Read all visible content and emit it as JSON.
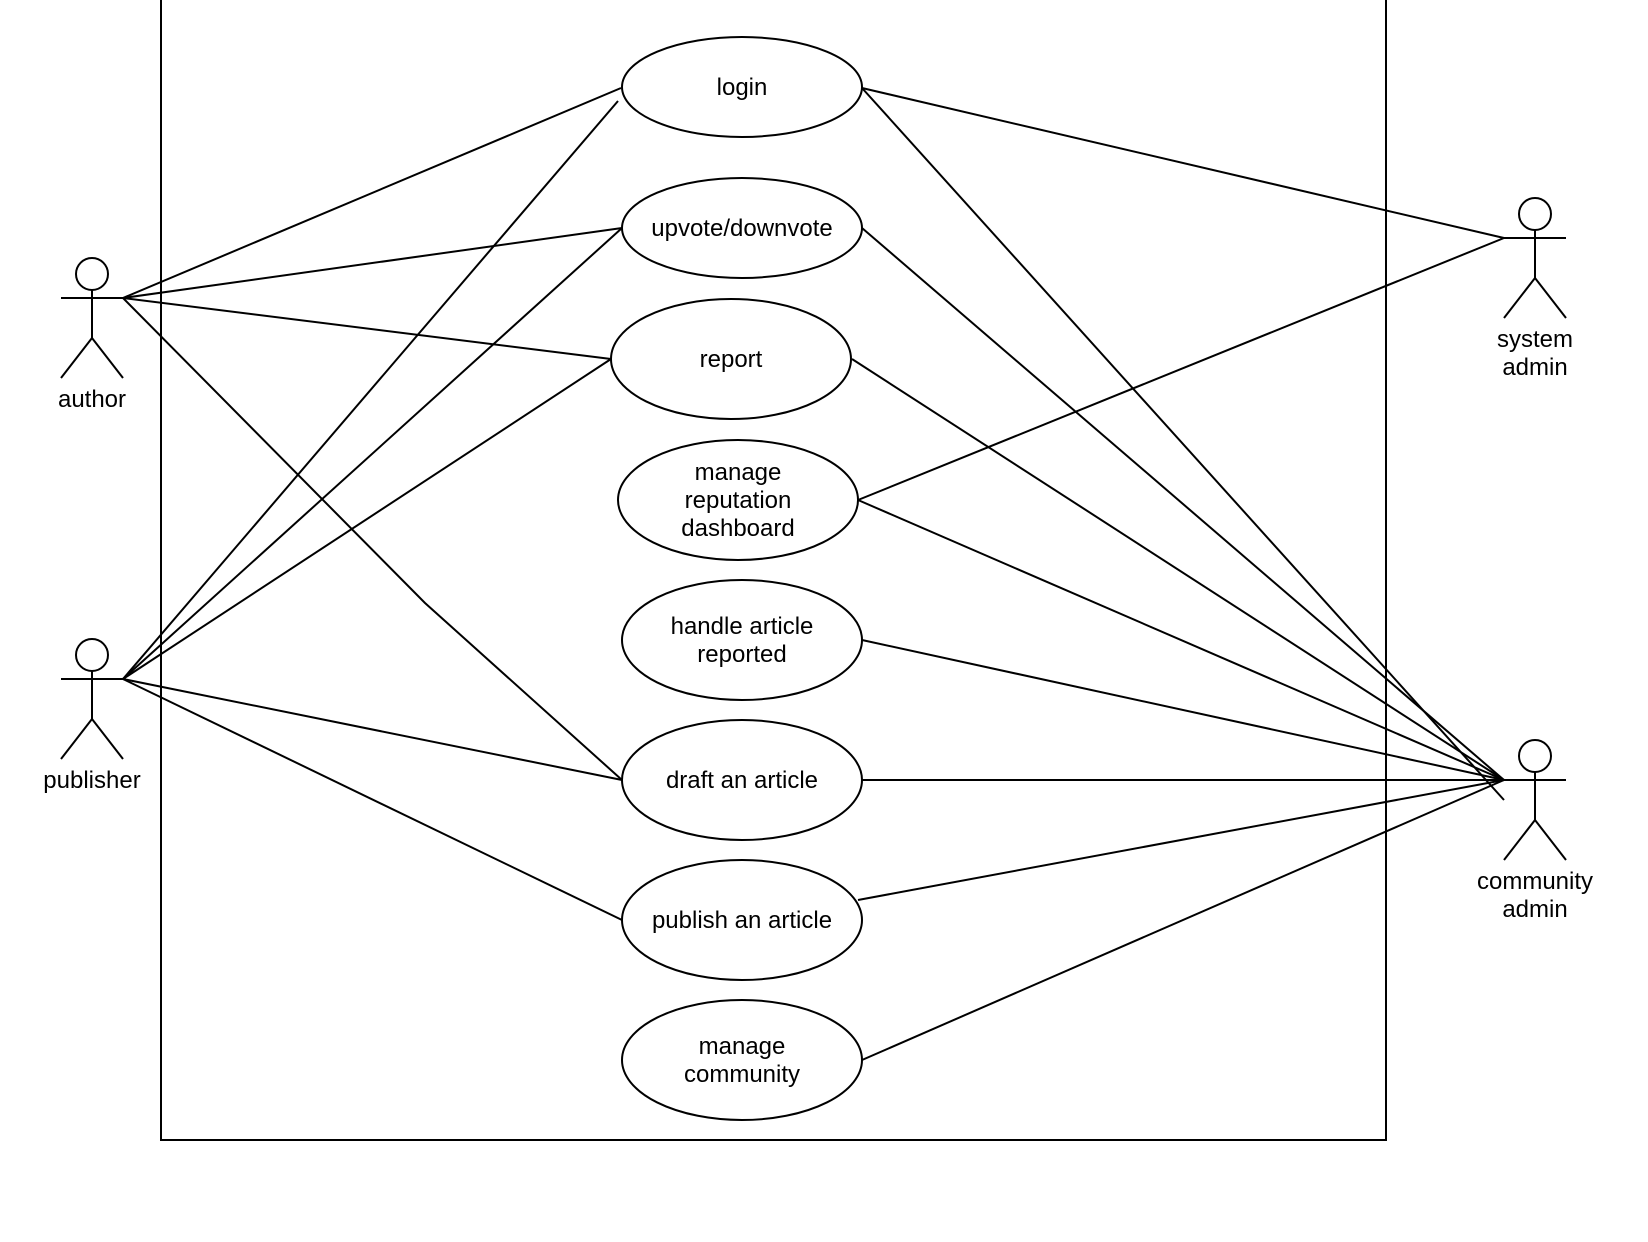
{
  "actors": [
    {
      "id": "author",
      "lines": [
        "author"
      ]
    },
    {
      "id": "publisher",
      "lines": [
        "publisher"
      ]
    },
    {
      "id": "system-admin",
      "lines": [
        "system",
        "admin"
      ]
    },
    {
      "id": "community-admin",
      "lines": [
        "community",
        "admin"
      ]
    }
  ],
  "use_cases": [
    {
      "id": "login",
      "lines": [
        "login"
      ]
    },
    {
      "id": "upvote-downvote",
      "lines": [
        "upvote/downvote"
      ]
    },
    {
      "id": "report",
      "lines": [
        "report"
      ]
    },
    {
      "id": "manage-reputation-dashboard",
      "lines": [
        "manage",
        "reputation",
        "dashboard"
      ]
    },
    {
      "id": "handle-article-reported",
      "lines": [
        "handle article",
        "reported"
      ]
    },
    {
      "id": "draft-an-article",
      "lines": [
        "draft an article"
      ]
    },
    {
      "id": "publish-an-article",
      "lines": [
        "publish an article"
      ]
    },
    {
      "id": "manage-community",
      "lines": [
        "manage",
        "community"
      ]
    }
  ],
  "associations": [
    [
      "author",
      "login"
    ],
    [
      "author",
      "upvote-downvote"
    ],
    [
      "author",
      "report"
    ],
    [
      "author",
      "draft-an-article"
    ],
    [
      "publisher",
      "login"
    ],
    [
      "publisher",
      "upvote-downvote"
    ],
    [
      "publisher",
      "report"
    ],
    [
      "publisher",
      "draft-an-article"
    ],
    [
      "publisher",
      "publish-an-article"
    ],
    [
      "system-admin",
      "login"
    ],
    [
      "system-admin",
      "manage-reputation-dashboard"
    ],
    [
      "community-admin",
      "login"
    ],
    [
      "community-admin",
      "upvote-downvote"
    ],
    [
      "community-admin",
      "report"
    ],
    [
      "community-admin",
      "manage-reputation-dashboard"
    ],
    [
      "community-admin",
      "handle-article-reported"
    ],
    [
      "community-admin",
      "draft-an-article"
    ],
    [
      "community-admin",
      "publish-an-article"
    ],
    [
      "community-admin",
      "manage-community"
    ]
  ]
}
